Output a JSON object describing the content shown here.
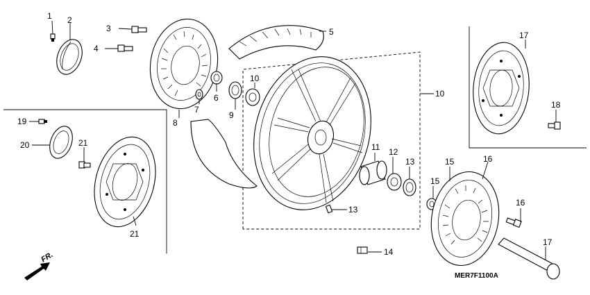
{
  "diagram": {
    "code": "MER7F1100A",
    "direction_label": "FR.",
    "callouts": [
      {
        "id": "c1",
        "text": "1"
      },
      {
        "id": "c2",
        "text": "2"
      },
      {
        "id": "c3",
        "text": "3"
      },
      {
        "id": "c4",
        "text": "4"
      },
      {
        "id": "c5",
        "text": "5"
      },
      {
        "id": "c6",
        "text": "6"
      },
      {
        "id": "c7",
        "text": "7"
      },
      {
        "id": "c8",
        "text": "8"
      },
      {
        "id": "c9",
        "text": "9"
      },
      {
        "id": "c10a",
        "text": "10"
      },
      {
        "id": "c10b",
        "text": "10"
      },
      {
        "id": "c11",
        "text": "11"
      },
      {
        "id": "c12",
        "text": "12"
      },
      {
        "id": "c13a",
        "text": "13"
      },
      {
        "id": "c13b",
        "text": "13"
      },
      {
        "id": "c14",
        "text": "14"
      },
      {
        "id": "c15a",
        "text": "15"
      },
      {
        "id": "c15b",
        "text": "15"
      },
      {
        "id": "c16a",
        "text": "16"
      },
      {
        "id": "c16b",
        "text": "16"
      },
      {
        "id": "c17a",
        "text": "17"
      },
      {
        "id": "c17b",
        "text": "17"
      },
      {
        "id": "c18",
        "text": "18"
      },
      {
        "id": "c19",
        "text": "19"
      },
      {
        "id": "c20",
        "text": "20"
      },
      {
        "id": "c21a",
        "text": "21"
      },
      {
        "id": "c21b",
        "text": "21"
      }
    ]
  }
}
